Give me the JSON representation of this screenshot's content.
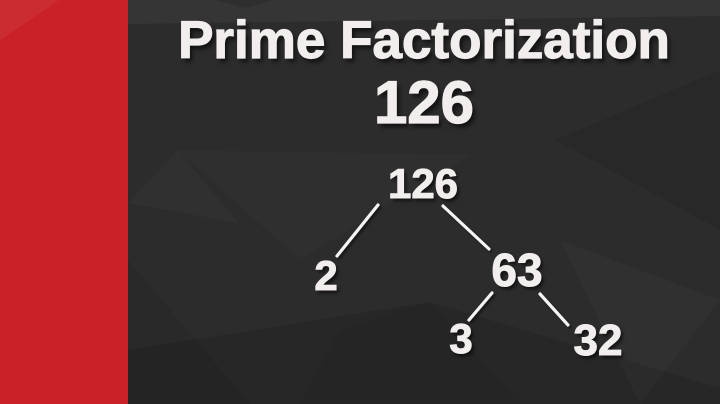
{
  "slide": {
    "title_line1": "Prime Factorization",
    "title_line2": "126"
  },
  "factor_tree": {
    "root": "126",
    "children": [
      {
        "value": "2"
      },
      {
        "value": "63",
        "children": [
          {
            "value": "3"
          },
          {
            "value": "32"
          }
        ]
      }
    ]
  },
  "colors": {
    "accent_red": "#c92127",
    "background": "#2d2c2c",
    "text": "#f2eeee",
    "edge_line": "#f7f4f4"
  }
}
